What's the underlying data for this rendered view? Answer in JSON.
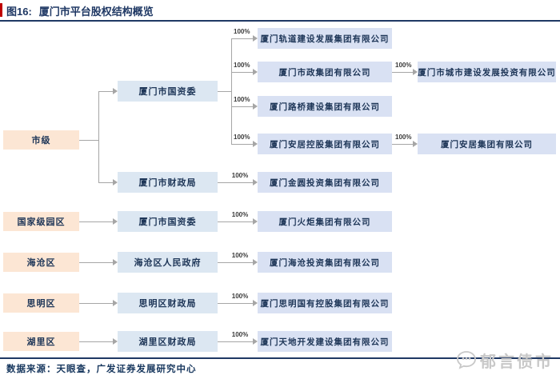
{
  "figure": {
    "label": "图16:",
    "title": "厦门市平台股权结构概览"
  },
  "edge_label": "100%",
  "nodes": {
    "city_level": "市级",
    "city_sasac": "厦门市国资委",
    "city_finance_bureau": "厦门市财政局",
    "rail_group": "厦门轨道建设发展集团有限公司",
    "municipal_group": "厦门市政集团有限公司",
    "urban_construction_investment": "厦门市城市建设发展投资有限公司",
    "road_bridge_group": "厦门路桥建设集团有限公司",
    "anju_holding": "厦门安居控股集团有限公司",
    "anju_group": "厦门安居集团有限公司",
    "jinyuan_investment": "厦门金圆投资集团有限公司",
    "national_park": "国家级园区",
    "park_sasac": "厦门市国资委",
    "torch_group": "厦门火炬集团有限公司",
    "haicang_district": "海沧区",
    "haicang_gov": "海沧区人民政府",
    "haicang_investment": "厦门海沧投资集团有限公司",
    "siming_district": "思明区",
    "siming_finance": "思明区财政局",
    "siming_holding": "厦门思明国有控股集团有限公司",
    "huli_district": "湖里区",
    "huli_finance": "湖里区财政局",
    "tiandi_group": "厦门天地开发建设集团有限公司"
  },
  "edges": [
    {
      "from": "市级",
      "to": "厦门市国资委",
      "label": ""
    },
    {
      "from": "市级",
      "to": "厦门市财政局",
      "label": ""
    },
    {
      "from": "厦门市国资委",
      "to": "厦门轨道建设发展集团有限公司",
      "label": "100%"
    },
    {
      "from": "厦门市国资委",
      "to": "厦门市政集团有限公司",
      "label": "100%"
    },
    {
      "from": "厦门市国资委",
      "to": "厦门路桥建设集团有限公司",
      "label": "100%"
    },
    {
      "from": "厦门市国资委",
      "to": "厦门安居控股集团有限公司",
      "label": "100%"
    },
    {
      "from": "厦门市政集团有限公司",
      "to": "厦门市城市建设发展投资有限公司",
      "label": "100%"
    },
    {
      "from": "厦门安居控股集团有限公司",
      "to": "厦门安居集团有限公司",
      "label": "100%"
    },
    {
      "from": "厦门市财政局",
      "to": "厦门金圆投资集团有限公司",
      "label": "100%"
    },
    {
      "from": "国家级园区",
      "to": "厦门市国资委",
      "label": ""
    },
    {
      "from": "厦门市国资委",
      "to": "厦门火炬集团有限公司",
      "label": "100%"
    },
    {
      "from": "海沧区",
      "to": "海沧区人民政府",
      "label": ""
    },
    {
      "from": "海沧区人民政府",
      "to": "厦门海沧投资集团有限公司",
      "label": "100%"
    },
    {
      "from": "思明区",
      "to": "思明区财政局",
      "label": ""
    },
    {
      "from": "思明区财政局",
      "to": "厦门思明国有控股集团有限公司",
      "label": "100%"
    },
    {
      "from": "湖里区",
      "to": "湖里区财政局",
      "label": ""
    },
    {
      "from": "湖里区财政局",
      "to": "厦门天地开发建设集团有限公司",
      "label": "100%"
    }
  ],
  "footer": {
    "source": "数据来源：天眼查，广发证券发展研究中心"
  },
  "watermark": {
    "icon": "chat-bubble-icon",
    "text": "郁言债市"
  },
  "colors": {
    "accent_red": "#c00000",
    "title_navy": "#1f3864",
    "level_box": "#fce6d4",
    "agency_box": "#dce7f2",
    "company_box": "#d9e1f3",
    "connector_gray": "#a6a6a6",
    "watermark_gray": "#c8c8c8"
  }
}
